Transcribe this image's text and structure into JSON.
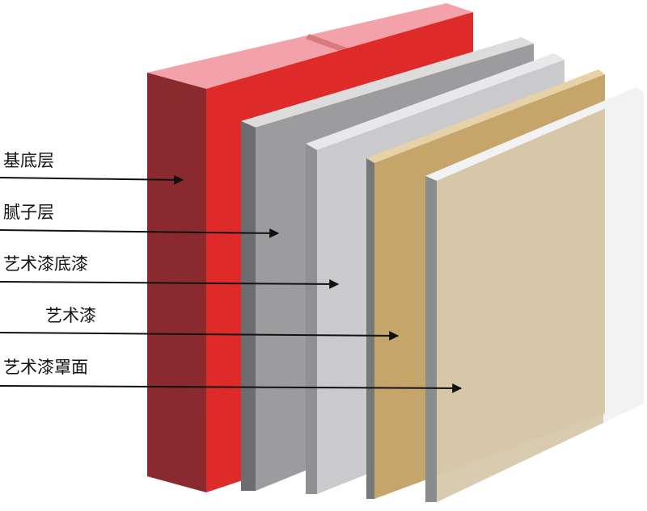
{
  "labels": {
    "base": "基底层",
    "putty": "腻子层",
    "primer": "艺术漆底漆",
    "paint": "艺术漆",
    "topcoat": "艺术漆罩面"
  },
  "colors": {
    "base_front": "#df2a2a",
    "base_side": "#8a2a2e",
    "base_top": "#f2a2a8",
    "putty_front": "#9c9c9e",
    "putty_side": "#6c6d70",
    "putty_top": "#dcdcdc",
    "primer_front": "#cacacc",
    "primer_side": "#8f9094",
    "paint_front": "#c6a56b",
    "paint_side": "#76797a",
    "topcoat_front": "#d6c6a8",
    "arrow": "#111111"
  }
}
